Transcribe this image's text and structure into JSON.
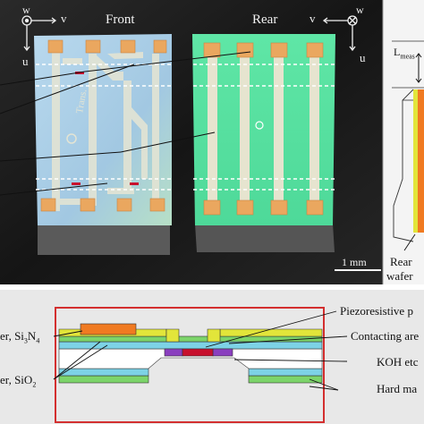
{
  "top": {
    "front_label": "Front",
    "rear_label": "Rear",
    "axis_front": {
      "w": "w",
      "v": "v",
      "u": "u"
    },
    "axis_rear": {
      "w": "w",
      "v": "v",
      "u": "u"
    },
    "chip_text": "Trans.",
    "scale_bar": "1 mm",
    "side": {
      "L_label": "L",
      "L_sub": "meas",
      "rear_wafer": [
        "Rear",
        "wafer"
      ]
    }
  },
  "bottom": {
    "labels": {
      "piezo": "Piezoresistive p",
      "contacting": "Contacting are",
      "koh": "KOH etc",
      "hard": "Hard ma",
      "si3n4_prefix": "er, Si",
      "si3n4_3": "3",
      "si3n4_n": "N",
      "si3n4_4": "4",
      "sio2_prefix": "er, SiO",
      "sio2_2": "2"
    }
  },
  "colors": {
    "background_dark": "#1c1c1c",
    "front_chip": "#a9cde6",
    "rear_chip": "#56e3a0",
    "trace": "#e3e4d4",
    "pad": "#eaa75f",
    "red_mark": "#c8102e",
    "cross_section_frame": "#d32f2f",
    "orange_layer": "#f07a21",
    "yellow_layer": "#e2e53a",
    "green_layer": "#7cd46a",
    "cyan_layer": "#7dd2e6",
    "purple_layer": "#8a3fbf"
  }
}
